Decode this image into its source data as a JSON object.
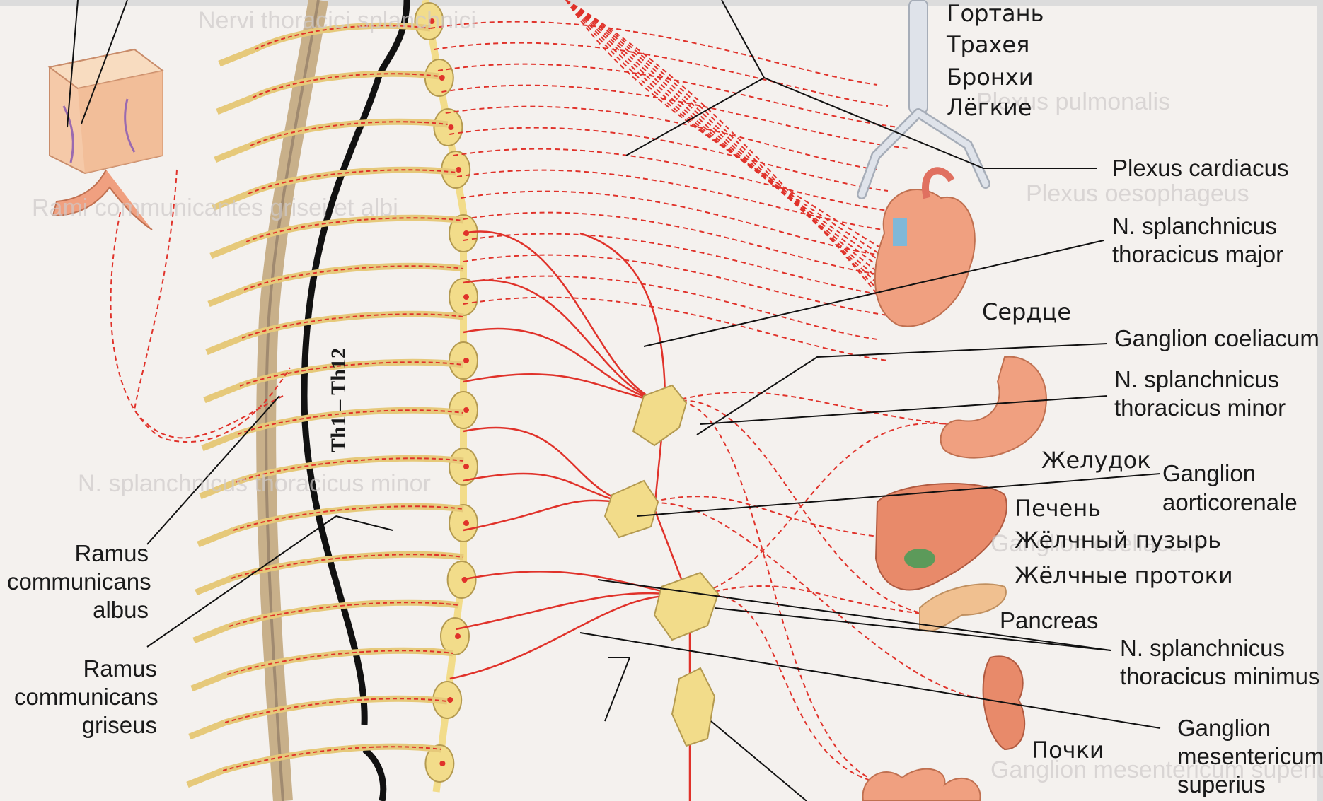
{
  "labels": {
    "larynx": "Гортань",
    "trachea": "Трахея",
    "bronchi": "Бронхи",
    "lungs": "Лёгкие",
    "plexus_cardiacus": "Plexus cardiacus",
    "n_splanchnicus_major_1": "N. splanchnicus",
    "n_splanchnicus_major_2": "thoracicus major",
    "heart": "Сердце",
    "ganglion_coeliacum": "Ganglion coeliacum",
    "n_splanchnicus_minor_1": "N. splanchnicus",
    "n_splanchnicus_minor_2": "thoracicus minor",
    "stomach": "Желудок",
    "ganglion_aorticorenale_1": "Ganglion",
    "ganglion_aorticorenale_2": "aorticorenale",
    "liver": "Печень",
    "gallbladder": "Жёлчный пузырь",
    "bile_ducts": "Жёлчные протоки",
    "pancreas": "Pancreas",
    "n_splanchnicus_minimus_1": "N. splanchnicus",
    "n_splanchnicus_minimus_2": "thoracicus minimus",
    "ganglion_mesentericum_1": "Ganglion",
    "ganglion_mesentericum_2": "mesentericum",
    "ganglion_mesentericum_3": "superius",
    "kidneys": "Почки",
    "ramus_albus_1": "Ramus",
    "ramus_albus_2": "communicans",
    "ramus_albus_3": "albus",
    "ramus_griseus_1": "Ramus",
    "ramus_griseus_2": "communicans",
    "ramus_griseus_3": "griseus",
    "segment_range": "Th1 – Th12"
  },
  "colors": {
    "nerve": "#e0322a",
    "ganglion": "#f2dc8a",
    "organ": "#f0a080",
    "leader": "#111111"
  }
}
